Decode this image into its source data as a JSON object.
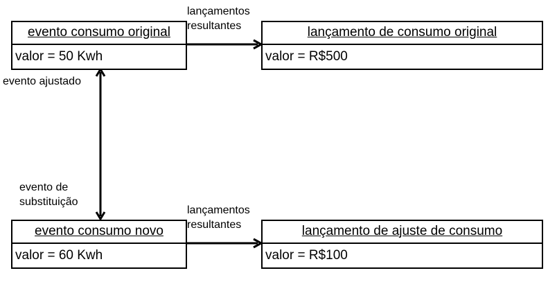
{
  "boxes": {
    "original_event": {
      "title": "evento consumo original",
      "value": "valor = 50 Kwh"
    },
    "original_posting": {
      "title": "lançamento de consumo original",
      "value": "valor = R$500"
    },
    "new_event": {
      "title": "evento consumo novo",
      "value": "valor = 60 Kwh"
    },
    "adjustment_posting": {
      "title": "lançamento de ajuste de consumo",
      "value": "valor = R$100"
    }
  },
  "labels": {
    "resulting_top": [
      "lançamentos",
      "resultantes"
    ],
    "resulting_bottom": [
      "lançamentos",
      "resultantes"
    ],
    "adjusted_event": "evento ajustado",
    "substitution_event": [
      "evento de",
      "substituição"
    ]
  },
  "colors": {
    "line": "#000000",
    "background": "#ffffff"
  }
}
